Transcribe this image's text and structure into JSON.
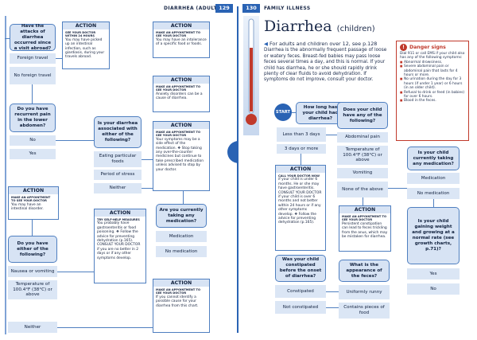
{
  "header": {
    "left_title": "DIARRHEA (ADULTS)",
    "left_page": "129",
    "right_page": "130",
    "right_title": "FAMILY ILLNESS"
  },
  "left": {
    "q1": "Have the attacks of diarrhea occurred since a visit abroad?",
    "q1_opts": [
      "Foreign travel",
      "No foreign travel"
    ],
    "act1": {
      "title": "ACTION",
      "head": "SEE YOUR DOCTOR WITHIN 24 HOURS",
      "body": "You may have picked up an intestinal infection, such as giardiasis, during your travels abroad."
    },
    "act2": {
      "title": "ACTION",
      "head": "MAKE AN APPOINTMENT TO SEE YOUR DOCTOR",
      "body": "You may have an intolerance of a specific food or foods."
    },
    "q2": "Do you have recurrent pain in the lower abdomen?",
    "q2_opts": [
      "No",
      "Yes"
    ],
    "q3": "Is your diarrhea associated with either of the following?",
    "q3_opts": [
      "Eating particular foods",
      "Period of stress",
      "Neither"
    ],
    "act3": {
      "title": "ACTION",
      "head": "MAKE AN APPOINTMENT TO SEE YOUR DOCTOR",
      "body": "Anxiety disorders can be a cause of diarrhea."
    },
    "act4": {
      "title": "ACTION",
      "head": "MAKE AN APPOINTMENT TO SEE YOUR DOCTOR",
      "body": "Your symptoms may be a side effect of the medication. ❖ Stop taking any over-the-counter medicines but continue to take prescribed medication unless advised to stop by your doctor."
    },
    "act5": {
      "title": "ACTION",
      "head": "MAKE AN APPOINTMENT TO SEE YOUR DOCTOR",
      "body": "You may have an intestinal disorder."
    },
    "q4": "Are you currently taking any medication?",
    "q4_opts": [
      "Medication",
      "No medication"
    ],
    "act6": {
      "title": "ACTION",
      "head": "TRY SELF-HELP MEASURES",
      "body": "You probably have gastroenteritis or food poisoning. ❖ Follow the advice for preventing dehydration (p.165). CONSULT YOUR DOCTOR if you are no better in 2 days or if any other symptoms develop."
    },
    "q5": "Do you have either of the following?",
    "q5_opts": [
      "Nausea or vomiting",
      "Temperature of 100.4°F (38°C) or above",
      "Neither"
    ],
    "act7": {
      "title": "ACTION",
      "head": "MAKE AN APPOINTMENT TO SEE YOUR DOCTOR",
      "body": "If you cannot identify a possible cause for your diarrhea from this chart."
    }
  },
  "right": {
    "title": "Diarrhea",
    "title_sub": "(children)",
    "intro_lead": "For adults and children over 12, see p.128",
    "intro_body": "Diarrhea is the abnormally frequent passage of loose or watery feces. Breast-fed babies may pass loose feces several times a day, and this is normal. If your child has diarrhea, he or she should rapidly drink plenty of clear fluids to avoid dehydration. If symptoms do not improve, consult your doctor.",
    "danger": {
      "title": "Danger signs",
      "lead": "Dial 911 or call EMS if your child also has any of the following symptoms:",
      "items": [
        "Abnormal drowsiness.",
        "Severe abdominal pain or abdominal pain that lasts for 4 hours or more.",
        "No urination during the day for 3 hours (if under 1 year) or 6 hours (in an older child).",
        "Refusal to drink or feed (in babies) for over 6 hours.",
        "Blood in the feces."
      ]
    },
    "start": "START",
    "q1": "How long has your child had diarrhea?",
    "q1_opts": [
      "Less than 3 days",
      "3 days or more"
    ],
    "q2": "Does your child have any of the following?",
    "q2_opts": [
      "Abdominal pain",
      "Temperature of 100.4°F (38°C) or above",
      "Vomiting",
      "None of the above"
    ],
    "act1": {
      "title": "ACTION",
      "head": "CALL YOUR DOCTOR NOW",
      "body": "if your child is under 6 months. He or she may have gastroenteritis. CONSULT YOUR DOCTOR if your child is over 6 months and not better within 24 hours or if any other symptoms develop. ❖ Follow the advice for preventing dehydration (p.165)."
    },
    "act2": {
      "title": "ACTION",
      "head": "MAKE AN APPOINTMENT TO SEE YOUR DOCTOR",
      "body": "Persistent constipation can lead to feces trickling from the anus, which may be mistaken for diarrhea."
    },
    "q3": "Was your child constipated before the onset of diarrhea?",
    "q3_opts": [
      "Constipated",
      "Not constipated"
    ],
    "q4": "What is the appearance of the feces?",
    "q4_opts": [
      "Uniformly runny",
      "Contains pieces of food"
    ],
    "q5": "Is your child currently taking any medication?",
    "q5_opts": [
      "Medication",
      "No medication"
    ],
    "q6": "Is your child gaining weight and growing at a normal rate (see growth charts, p.71)?",
    "q6_opts": [
      "Yes",
      "No"
    ]
  }
}
